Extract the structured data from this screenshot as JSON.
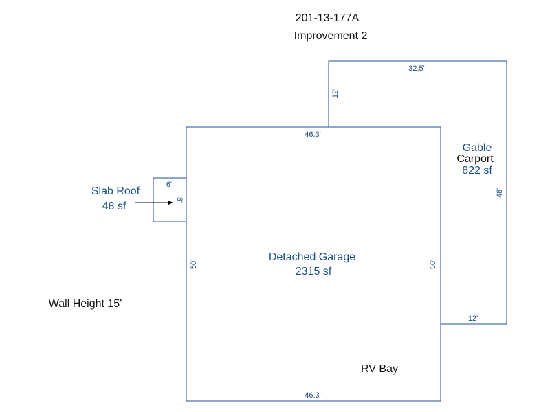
{
  "header": {
    "parcel_id": "201-13-177A",
    "improvement": "Improvement 2"
  },
  "carport": {
    "name_line1": "Gable",
    "name_line2": "Carport",
    "area": "822 sf",
    "dim_top": "32.5'",
    "dim_left": "12'",
    "dim_right": "48'",
    "dim_bottom": "12'"
  },
  "garage": {
    "name": "Detached Garage",
    "area": "2315 sf",
    "dim_top": "46.3'",
    "dim_bottom": "46.3'",
    "dim_left": "50'",
    "dim_right": "50'",
    "note": "RV Bay"
  },
  "slab_roof": {
    "name": "Slab Roof",
    "area": "48 sf",
    "dim_top": "6'",
    "dim_side": "8'"
  },
  "wall_height": "Wall Height 15'",
  "colors": {
    "outline": "#1f4e9c",
    "label": "#1a4f8a",
    "text": "#111111"
  }
}
